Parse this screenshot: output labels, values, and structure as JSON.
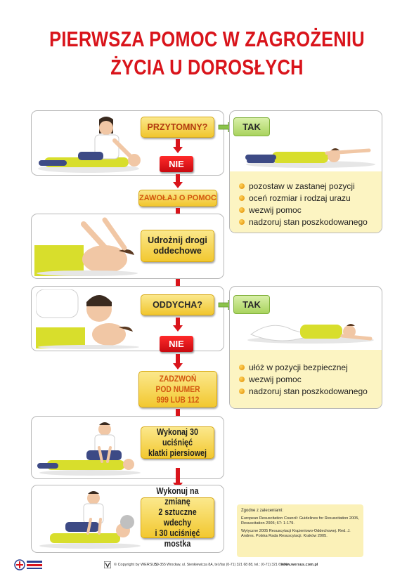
{
  "title": {
    "line1": "PIERWSZA POMOC W ZAGROŻENIU",
    "line2": "ŻYCIA U DOROSŁYCH"
  },
  "step_conscious": {
    "label": "PRZYTOMNY?"
  },
  "no_label_1": "NIE",
  "call_help": "ZAWOŁAJ O POMOC",
  "airway": {
    "line1": "Udrożnij drogi",
    "line2": "oddechowe"
  },
  "step_breathing": {
    "label": "ODDYCHA?"
  },
  "no_label_2": "NIE",
  "call_number": {
    "line1": "ZADZWOŃ",
    "line2": "POD NUMER",
    "line3": "999 LUB 112"
  },
  "compressions": {
    "line1": "Wykonaj 30 uciśnięć",
    "line2": "klatki piersiowej"
  },
  "alternate": {
    "line1": "Wykonuj na zmianę",
    "line2": "2 sztuczne wdechy",
    "line3": "i 30 uciśnięć mostka"
  },
  "yes_panel_1": {
    "tak": "TAK",
    "bullets": [
      "pozostaw w zastanej pozycji",
      "oceń rozmiar i rodzaj urazu",
      "wezwij pomoc",
      "nadzoruj stan poszkodowanego"
    ]
  },
  "yes_panel_2": {
    "tak": "TAK",
    "bullets": [
      "ułóż w pozycji bezpiecznej",
      "wezwij pomoc",
      "nadzoruj stan poszkodowanego"
    ]
  },
  "references": {
    "heading": "Zgodne z zaleceniami:",
    "ref1": "European Resuscitation Council: Guidelines for Resuscitation 2005, Resuscitation 2005; 67: 1-179.",
    "ref2": "Wytyczne 2005 Resuscytacji Krążeniowo-Oddechowej. Red. J. Andres. Polska Rada Resuscytacji. Kraków 2005."
  },
  "footer": {
    "copyright": "© Copyright by WERSUS",
    "address": "50-355 Wrocław, ul. Sienkiewicza 8A, tel./fax (0-71) 321 68 88, tel.: (0-71) 321 69 74",
    "website": "www.wersus.com.pl"
  },
  "colors": {
    "title_red": "#d9141b",
    "box_yellow": "#f1c62e",
    "no_red": "#e0141c",
    "yes_green": "#a9d35e",
    "panel_cream": "#fcf4c2"
  }
}
